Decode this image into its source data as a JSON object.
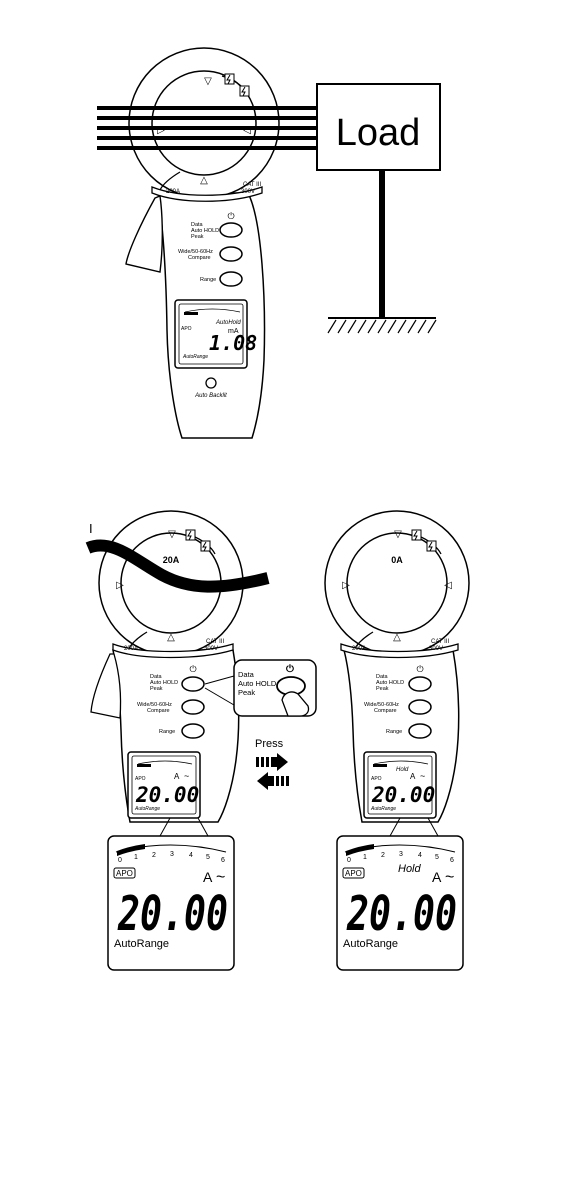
{
  "figure1": {
    "load_label": "Load",
    "clamp_rating": "200A",
    "cat_label": "CAT III",
    "cat_voltage": "300V",
    "buttons": [
      {
        "label_lines": [
          "Data",
          "Auto HOLD",
          "Peak"
        ]
      },
      {
        "label_lines": [
          "Wide/50-60Hz",
          "Compare"
        ]
      },
      {
        "label_lines": [
          "Range"
        ]
      }
    ],
    "lcd": {
      "apo": "APO",
      "mode": "AutoHold",
      "unit": "mA",
      "reading": "1.08",
      "range": "AutoRange"
    },
    "backlit_label": "Auto Backlit"
  },
  "figure2": {
    "current_label": "I",
    "press_label": "Press",
    "left_meter": {
      "jaw_reading": "20A",
      "clamp_rating": "200A",
      "cat_label": "CAT III",
      "cat_voltage": "300V",
      "buttons": [
        {
          "label_lines": [
            "Data",
            "Auto HOLD",
            "Peak"
          ]
        },
        {
          "label_lines": [
            "Wide/50-60Hz",
            "Compare"
          ]
        },
        {
          "label_lines": [
            "Range"
          ]
        }
      ],
      "lcd": {
        "apo": "APO",
        "unit": "A",
        "reading": "20.00",
        "range": "AutoRange",
        "mode": ""
      }
    },
    "right_meter": {
      "jaw_reading": "0A",
      "clamp_rating": "200A",
      "cat_label": "CAT III",
      "cat_voltage": "300V",
      "buttons": [
        {
          "label_lines": [
            "Data",
            "Auto HOLD",
            "Peak"
          ]
        },
        {
          "label_lines": [
            "Wide/50-60Hz",
            "Compare"
          ]
        },
        {
          "label_lines": [
            "Range"
          ]
        }
      ],
      "lcd": {
        "apo": "APO",
        "unit": "A",
        "reading": "20.00",
        "range": "AutoRange",
        "mode": "Hold"
      }
    },
    "callout": {
      "label_lines": [
        "Data",
        "Auto HOLD",
        "Peak"
      ]
    },
    "zoom_left": {
      "apo": "APO",
      "unit": "A",
      "reading": "20.00",
      "range": "AutoRange",
      "mode": "",
      "scale_ticks": [
        "0",
        "1",
        "2",
        "3",
        "4",
        "5",
        "6"
      ]
    },
    "zoom_right": {
      "apo": "APO",
      "unit": "A",
      "reading": "20.00",
      "range": "AutoRange",
      "mode": "Hold",
      "scale_ticks": [
        "0",
        "1",
        "2",
        "3",
        "4",
        "5",
        "6"
      ]
    }
  }
}
